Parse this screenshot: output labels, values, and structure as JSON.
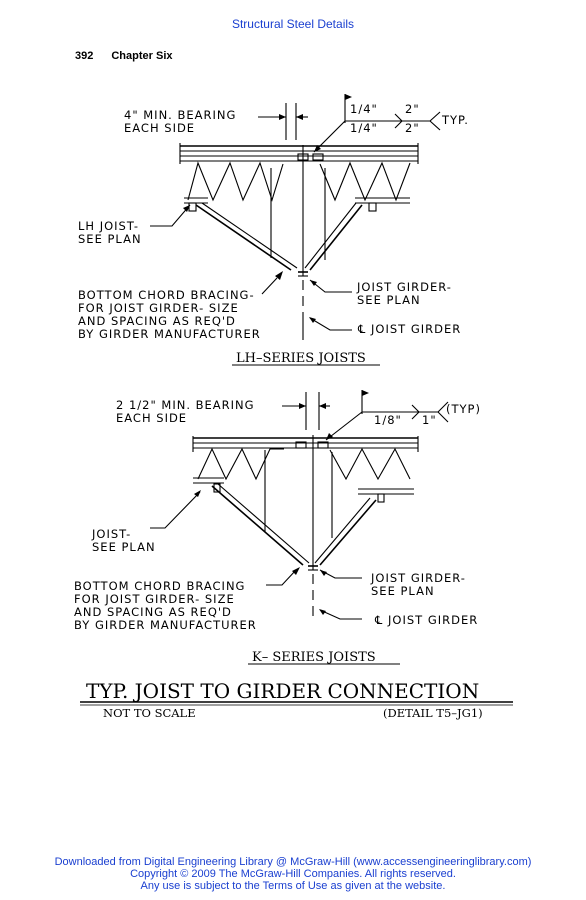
{
  "header": {
    "running_title": "Structural Steel Details"
  },
  "page": {
    "number": "392",
    "chapter": "Chapter Six"
  },
  "detail_lh": {
    "bearing_1": "4\" MIN. BEARING",
    "bearing_2": "EACH SIDE",
    "weld_top": "1/4\"",
    "weld_bot": "1/4\"",
    "weld_len_top": "2\"",
    "weld_len_bot": "2\"",
    "weld_typ": "TYP.",
    "joist_1": "LH JOIST-",
    "joist_2": "SEE PLAN",
    "bracing_1": "BOTTOM CHORD BRACING-",
    "bracing_2": "FOR JOIST GIRDER- SIZE",
    "bracing_3": "AND SPACING AS REQ'D",
    "bracing_4": "BY GIRDER MANUFACTURER",
    "girder_1": "JOIST GIRDER-",
    "girder_2": "SEE PLAN",
    "cl_label": "℄ JOIST GIRDER",
    "caption": "LH–SERIES JOISTS"
  },
  "detail_k": {
    "bearing_1": "2 1/2\" MIN. BEARING",
    "bearing_2": "EACH SIDE",
    "weld_size": "1/8\"",
    "weld_len": "1\"",
    "weld_typ": "(TYP)",
    "joist_1": "JOIST-",
    "joist_2": "SEE PLAN",
    "bracing_1": "BOTTOM CHORD BRACING",
    "bracing_2": "FOR JOIST GIRDER- SIZE",
    "bracing_3": "AND SPACING AS REQ'D",
    "bracing_4": "BY GIRDER MANUFACTURER",
    "girder_1": "JOIST GIRDER-",
    "girder_2": "SEE PLAN",
    "cl_label": "℄ JOIST GIRDER",
    "caption": "K– SERIES JOISTS"
  },
  "title": {
    "main": "TYP. JOIST TO GIRDER CONNECTION",
    "scale": "NOT TO SCALE",
    "detail": "(DETAIL T5–JG1)"
  },
  "footer": {
    "line1": "Downloaded from Digital Engineering Library @ McGraw-Hill (www.accessengineeringlibrary.com)",
    "line2": "Copyright © 2009 The McGraw-Hill Companies. All rights reserved.",
    "line3": "Any use is subject to the Terms of Use as given at the website."
  }
}
